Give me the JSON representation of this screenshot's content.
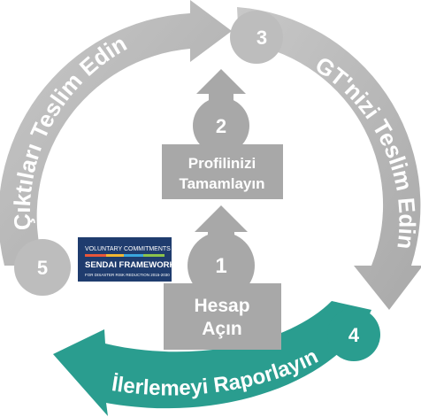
{
  "colors": {
    "gray_arrow": "#b8b8b8",
    "gray_dark": "#a6a6a6",
    "teal_arrow": "#2a9d8f",
    "badge_navy": "#1f3c6e",
    "text": "#ffffff"
  },
  "steps": [
    {
      "number": "1",
      "label_line1": "Hesap",
      "label_line2": "Açın"
    },
    {
      "number": "2",
      "label_line1": "Profilinizi",
      "label_line2": "Tamamlayın"
    },
    {
      "number": "3",
      "label": "GT'nizi Teslim Edin"
    },
    {
      "number": "4",
      "label": "İlerlemeyi Raporlayın"
    },
    {
      "number": "5",
      "label": "Çıktıları Teslim Edin"
    }
  ],
  "badge": {
    "line1": "VOLUNTARY COMMITMENTS",
    "line2": "SENDAI FRAMEWORK",
    "line3": "FOR DISASTER RISK REDUCTION 2015-2030"
  }
}
